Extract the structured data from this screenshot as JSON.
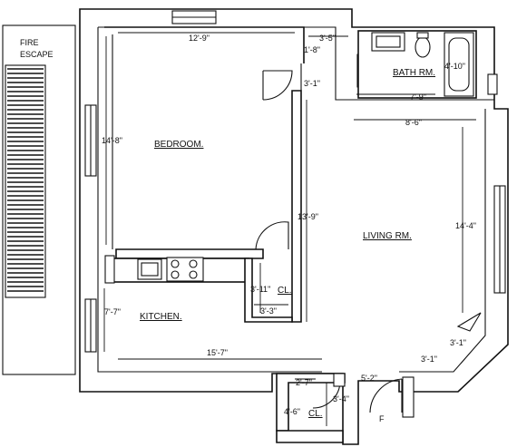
{
  "rooms": {
    "fire_escape_line1": "FIRE",
    "fire_escape_line2": "ESCAPE",
    "bedroom": "BEDROOM.",
    "bath": "BATH RM.",
    "living": "LIVING RM.",
    "kitchen": "KITCHEN.",
    "closet1": "CL.",
    "closet2": "CL.",
    "f_mark": "F"
  },
  "dimensions": {
    "bedroom_width": "12'-9\"",
    "bedroom_depth": "14'-8\"",
    "bath_door": "3'-5\"",
    "hall_small": "1'-8\"",
    "hall_door": "3'-1\"",
    "bath_depth": "4'-10\"",
    "bath_width": "7'-9\"",
    "living_top": "8'-6\"",
    "living_depth": "14'-4\"",
    "partition": "13'-9\"",
    "closet_depth": "3'-11\"",
    "closet_width": "3'-3\"",
    "kitchen_depth": "7'-7\"",
    "kitchen_width": "15'-7\"",
    "corner1": "3'-1\"",
    "corner2": "3'-1\"",
    "entry_width": "5'-2\"",
    "closet2_width": "2'-7\"",
    "closet2_inner": "3'-4\"",
    "closet2_depth": "4'-6\""
  }
}
